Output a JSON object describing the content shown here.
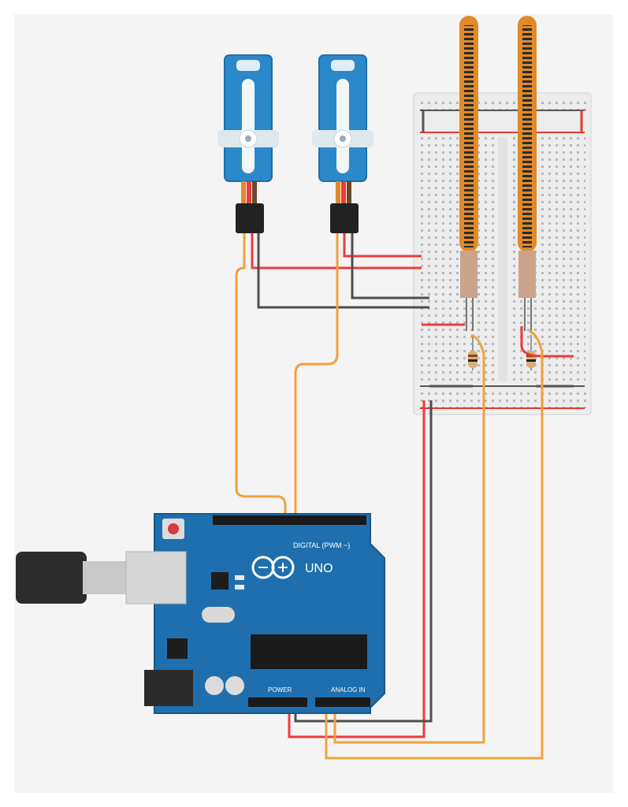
{
  "board": {
    "logo_text": "UNO",
    "label_digital": "DIGITAL (PWM ~)",
    "label_power": "POWER",
    "label_analog": "ANALOG IN"
  },
  "colors": {
    "page_bg": "#f4f4f4",
    "board_blue": "#1f6fae",
    "board_dark": "#15588d",
    "servo_blue": "#2c89c9",
    "breadboard": "#ececec",
    "rail_red": "#e53935",
    "rail_black": "#555555",
    "wire_red": "#ee3b3b",
    "wire_black": "#4e4e4e",
    "wire_orange": "#f0a23c",
    "flex_orange": "#e08a2a",
    "usb_black": "#2c2c2c",
    "usb_silver": "#c9c9c9"
  },
  "components": {
    "servos": [
      "servo-left",
      "servo-right"
    ],
    "flex_sensors": [
      "flex-sensor-left",
      "flex-sensor-right"
    ],
    "resistors": [
      "resistor-left",
      "resistor-right"
    ]
  }
}
